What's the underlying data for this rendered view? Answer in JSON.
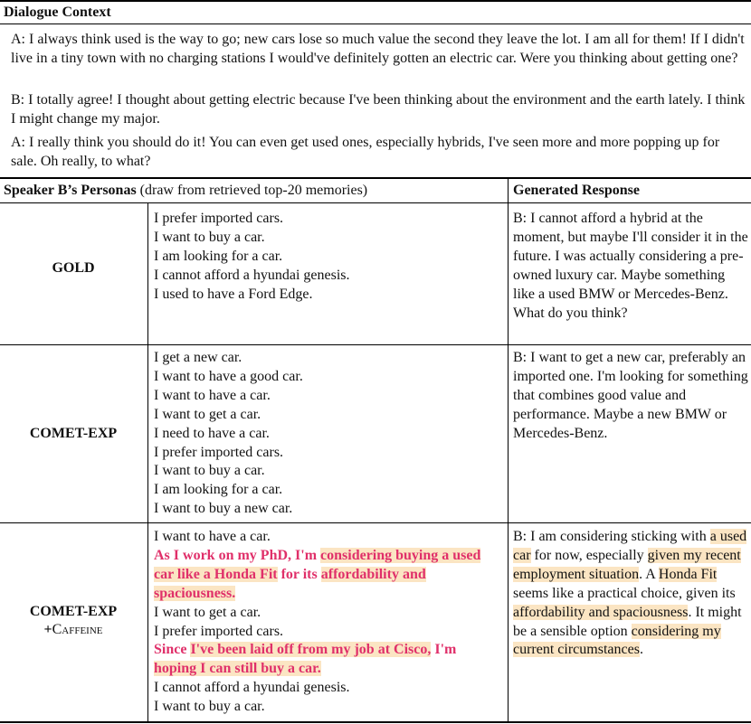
{
  "context": {
    "title": "Dialogue Context",
    "turns": [
      "A: I always think used is the way to go; new cars lose so much value the second they leave the lot. I am all for them! If I didn't live in a tiny town with no charging stations I would've definitely gotten an electric car. Were you thinking about getting one?",
      "B: I totally agree! I thought about getting electric because I've been thinking about the environment and the earth lately. I think I might change my major.",
      "A: I really think you should do it! You can even get used ones, especially hybrids, I've seen more and more popping up for sale. Oh really, to what?"
    ]
  },
  "header": {
    "personas_bold": "Speaker B’s Personas",
    "personas_rest": " (draw from retrieved top-20 memories)",
    "response": "Generated Response"
  },
  "rows": [
    {
      "method": "GOLD",
      "personas": [
        "I prefer imported cars.",
        "I want to buy a car.",
        "I am looking for a car.",
        "I cannot afford a hyundai genesis.",
        "I used to have a Ford Edge."
      ],
      "response": "B: I cannot afford a hybrid at the moment, but maybe I'll consider it in the future. I was actually considering a pre-owned luxury car. Maybe something like a used BMW or Mercedes-Benz. What do you think?"
    },
    {
      "method": "COMET-EXP",
      "personas": [
        "I get a new car.",
        "I want to have a good car.",
        "I want to have a car.",
        "I want to get a car.",
        "I need to have a car.",
        "I prefer imported cars.",
        "I want to buy a car.",
        "I am looking for a car.",
        "I want to buy a new car."
      ],
      "response": "B: I want to get a new car, preferably an imported one. I'm looking for something that combines good value and performance. Maybe a new BMW or Mercedes-Benz."
    },
    {
      "method_line1": "COMET-EXP",
      "method_line2_plus": "+",
      "method_line2_name": "Caffeine",
      "personas": {
        "p1": "I want to have a car.",
        "g1_a": "As I work on my PhD, I'm ",
        "g1_b": "considering buying a used car like a Honda Fit",
        "g1_c": " for its ",
        "g1_d": "affordability and spaciousness.",
        "p2": "I want to get a car.",
        "p3": "I prefer imported cars.",
        "g2_a": "Since ",
        "g2_b": "I've been laid off from my job at Cisco,",
        "g2_c": " I'm ",
        "g2_d": "hoping I can still buy a car.",
        "p4": "I cannot afford a hyundai genesis.",
        "p5": "I want to buy a car."
      },
      "response": {
        "r1": "B: I am considering sticking with ",
        "r2": "a used car",
        "r3": " for now, especially ",
        "r4": "given my recent employment situation",
        "r5": ". A ",
        "r6": "Honda Fit",
        "r7": " seems like a practical choice, given its ",
        "r8": "affordability and spaciousness",
        "r9": ". It might be a sensible option ",
        "r10": "considering my current circumstances",
        "r11": "."
      }
    }
  ],
  "colors": {
    "generated_persona": "#e0306a",
    "highlight": "#fbe5c3"
  }
}
